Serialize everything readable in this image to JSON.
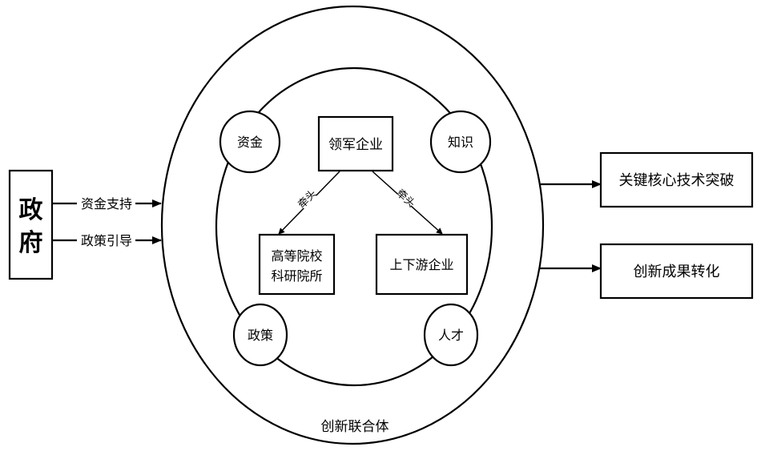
{
  "government": {
    "label_line1": "政",
    "label_line2": "府"
  },
  "government_outputs": [
    {
      "label": "资金支持"
    },
    {
      "label": "政策引导"
    }
  ],
  "alliance": {
    "label": "创新联合体",
    "leader": "领军企业",
    "university_line1": "高等院校",
    "university_line2": "科研院所",
    "supply_chain": "上下游企业",
    "lead_edge_left": "牵头",
    "lead_edge_right": "牵头",
    "resources": [
      {
        "label": "资金"
      },
      {
        "label": "知识"
      },
      {
        "label": "政策"
      },
      {
        "label": "人才"
      }
    ]
  },
  "outcomes": [
    {
      "label": "关键核心技术突破"
    },
    {
      "label": "创新成果转化"
    }
  ],
  "colors": {
    "stroke": "#000000",
    "background": "#ffffff"
  }
}
